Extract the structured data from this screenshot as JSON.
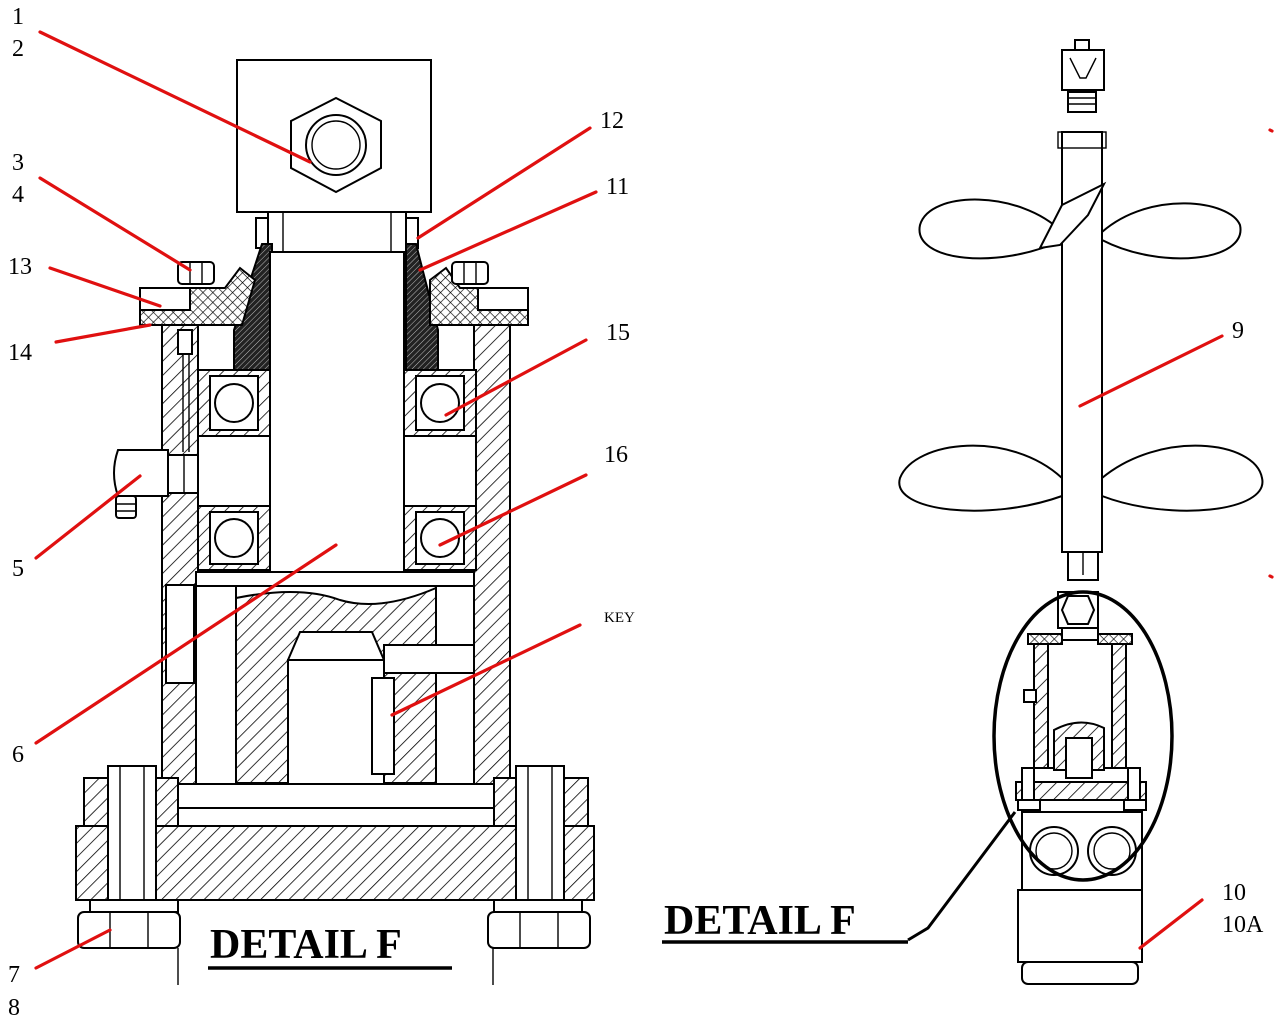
{
  "title_left": "DETAIL F",
  "title_right": "DETAIL F",
  "callouts": [
    {
      "id": "c1",
      "text": "1"
    },
    {
      "id": "c2",
      "text": "2"
    },
    {
      "id": "c3",
      "text": "3"
    },
    {
      "id": "c4",
      "text": "4"
    },
    {
      "id": "c13",
      "text": "13"
    },
    {
      "id": "c14",
      "text": "14"
    },
    {
      "id": "c5",
      "text": "5"
    },
    {
      "id": "c6",
      "text": "6"
    },
    {
      "id": "c7",
      "text": "7"
    },
    {
      "id": "c8",
      "text": "8"
    },
    {
      "id": "c12",
      "text": "12"
    },
    {
      "id": "c11",
      "text": "11"
    },
    {
      "id": "c15",
      "text": "15"
    },
    {
      "id": "c16",
      "text": "16"
    },
    {
      "id": "ckey",
      "text": "KEY"
    },
    {
      "id": "c9",
      "text": "9"
    },
    {
      "id": "c10",
      "text": "10"
    },
    {
      "id": "c10a",
      "text": "10A"
    }
  ],
  "colors": {
    "leader": "#e01010",
    "line": "#000000",
    "background": "#ffffff"
  }
}
